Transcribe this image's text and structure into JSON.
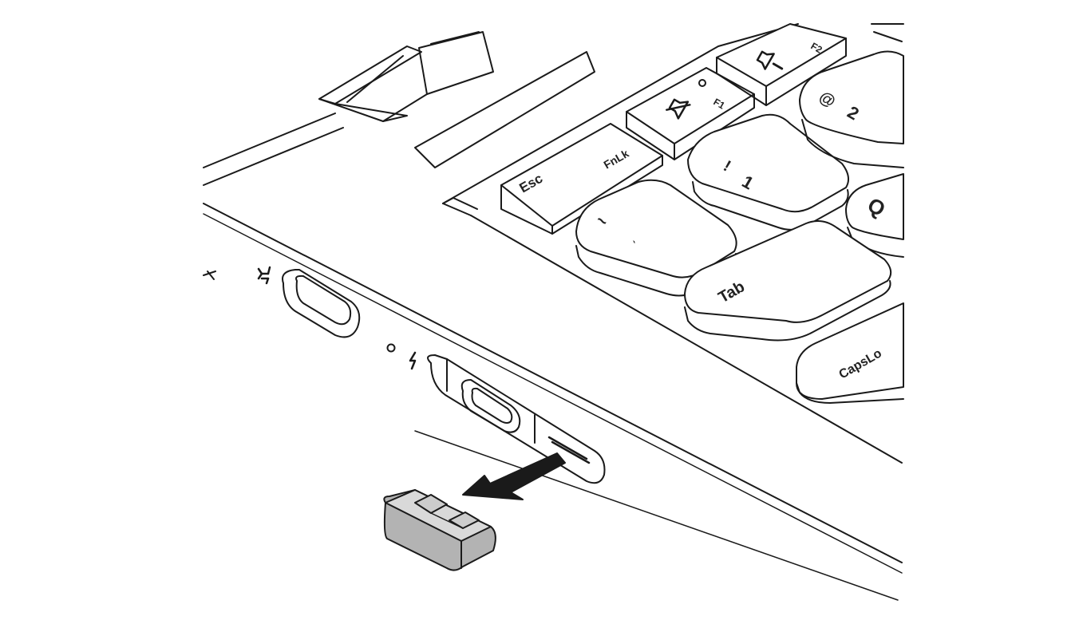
{
  "illustration": {
    "keys": {
      "esc": "Esc",
      "fnlk": "FnLk",
      "f1": "F1",
      "f2": "F2",
      "exclaim": "!",
      "one": "1",
      "at": "@",
      "two": "2",
      "q": "Q",
      "tilde": "~",
      "backtick": "`",
      "tab": "Tab",
      "capslock": "CapsLo"
    },
    "icons": {
      "charging_port": "power-connector-icon",
      "thunderbolt_port": "thunderbolt-icon",
      "mute": "speaker-mute-icon",
      "volume_down": "speaker-volume-down-icon",
      "arrow": "remove-direction-arrow"
    },
    "colors": {
      "line": "#1a1a1a",
      "key_face": "#ffffff",
      "key_side": "#f0f0f0",
      "cover": "#b3b3b3",
      "cover_top": "#d9d9d9",
      "background": "#ffffff"
    }
  }
}
